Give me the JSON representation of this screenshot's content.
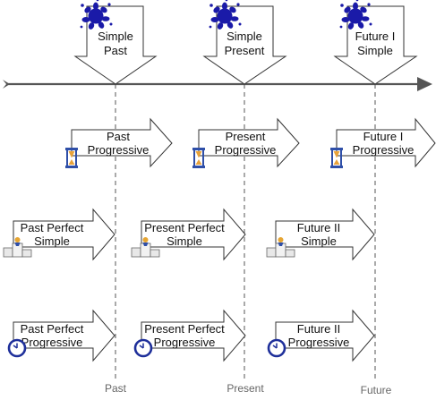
{
  "colors": {
    "splat": "#1a1aa8",
    "timeline": "#555555",
    "hourglass_frame": "#2f4fa8",
    "hourglass_sand": "#e8a23a",
    "clock": "#1e2f9a",
    "podium_gold": "#e6a532"
  },
  "simple_tenses": [
    {
      "line1": "Simple",
      "line2": "Past",
      "icon": "splat-icon"
    },
    {
      "line1": "Simple",
      "line2": "Present",
      "icon": "splat-icon"
    },
    {
      "line1": "Future I",
      "line2": "Simple",
      "icon": "splat-icon"
    }
  ],
  "progressive_tenses": [
    {
      "line1": "Past",
      "line2": "Progressive",
      "icon": "hourglass-icon"
    },
    {
      "line1": "Present",
      "line2": "Progressive",
      "icon": "hourglass-icon"
    },
    {
      "line1": "Future I",
      "line2": "Progressive",
      "icon": "hourglass-icon"
    }
  ],
  "perfect_simple_tenses": [
    {
      "line1": "Past Perfect",
      "line2": "Simple",
      "icon": "podium-icon"
    },
    {
      "line1": "Present Perfect",
      "line2": "Simple",
      "icon": "podium-icon"
    },
    {
      "line1": "Future II",
      "line2": "Simple",
      "icon": "podium-icon"
    }
  ],
  "perfect_progressive_tenses": [
    {
      "line1": "Past Perfect",
      "line2": "Progressive",
      "icon": "clock-icon"
    },
    {
      "line1": "Present Perfect",
      "line2": "Progressive",
      "icon": "clock-icon"
    },
    {
      "line1": "Future II",
      "line2": "Progressive",
      "icon": "clock-icon"
    }
  ],
  "axis_labels": [
    "Past",
    "Present",
    "Future"
  ]
}
